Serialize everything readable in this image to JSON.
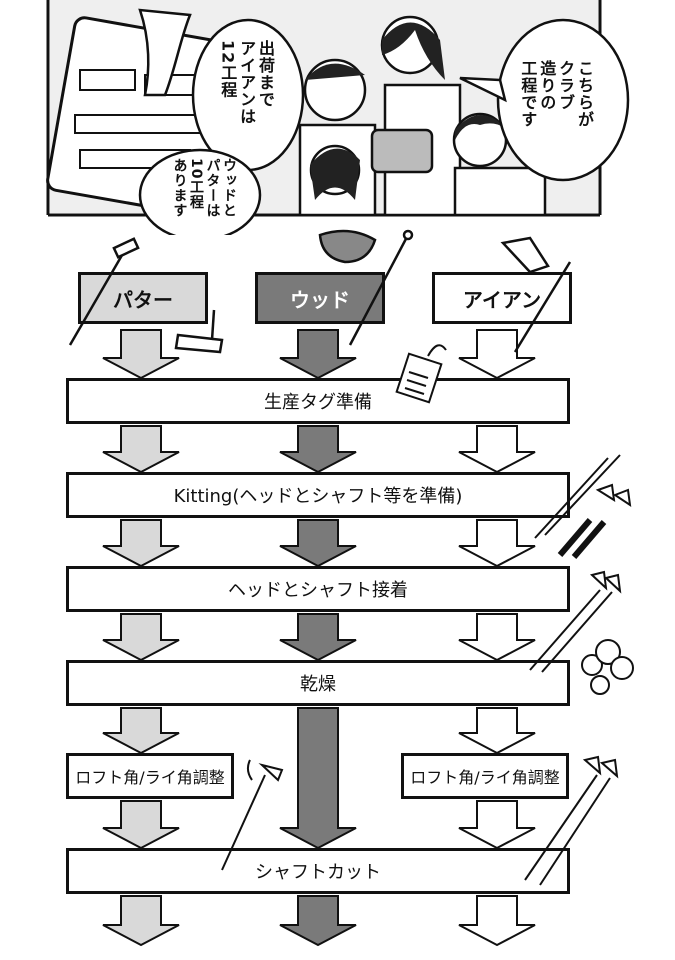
{
  "bubbles": {
    "left_top": [
      "出荷まで",
      "アイアンは",
      "12工程"
    ],
    "left_bottom": [
      "ウッドと",
      "パターは",
      "10工程",
      "あります"
    ],
    "right": [
      "こちらが",
      "クラブ",
      "造りの",
      "工程です"
    ]
  },
  "columns": {
    "putter": "パター",
    "wood": "ウッド",
    "iron": "アイアン"
  },
  "steps": {
    "tag": "生産タグ準備",
    "kitting": "Kitting(ヘッドとシャフト等を準備)",
    "bond": "ヘッドとシャフト接着",
    "dry": "乾燥",
    "loft_left": "ロフト角/ライ角調整",
    "loft_right": "ロフト角/ライ角調整",
    "cut": "シャフトカット"
  },
  "colors": {
    "putter_fill": "#d9d9d9",
    "wood_fill": "#7a7a7a",
    "iron_fill": "#ffffff",
    "stroke": "#111111"
  }
}
